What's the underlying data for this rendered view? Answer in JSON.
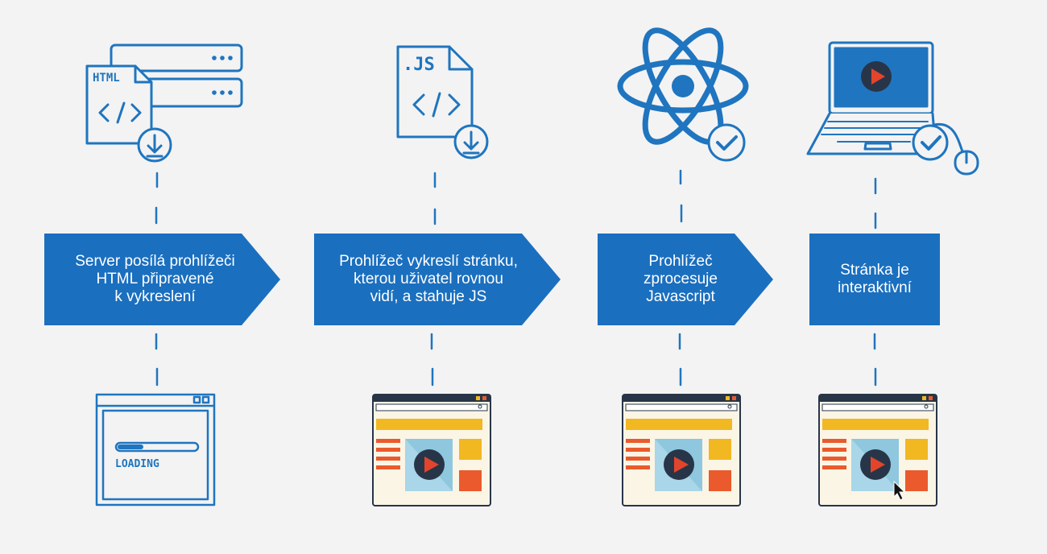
{
  "steps": [
    {
      "icon": "html-file-server-icon",
      "file_label": "HTML",
      "code_symbol": "</>",
      "text_lines": [
        "Server posílá prohlížeči",
        "HTML připravené",
        "k vykreslení"
      ],
      "browser_state": "loading",
      "loading_label": "LOADING"
    },
    {
      "icon": "js-file-icon",
      "file_label": ".JS",
      "code_symbol": "</>",
      "text_lines": [
        "Prohlížeč vykreslí stránku,",
        "kterou uživatel rovnou",
        "vidí, a stahuje JS"
      ],
      "browser_state": "rendered"
    },
    {
      "icon": "react-atom-icon",
      "text_lines": [
        "Prohlížeč",
        "zprocesuje",
        "Javascript"
      ],
      "browser_state": "rendered"
    },
    {
      "icon": "laptop-icon",
      "text_lines": [
        "Stránka je",
        "interaktivní"
      ],
      "browser_state": "interactive"
    }
  ],
  "colors": {
    "background": "#f3f3f3",
    "primary_blue": "#1a6fbf",
    "sketch_blue": "#1f75bf",
    "yellow": "#f2b822",
    "orange": "#ea5a2c",
    "light_blue": "#8ec7de",
    "dark_navy": "#283548",
    "red_play": "#e2452c"
  }
}
